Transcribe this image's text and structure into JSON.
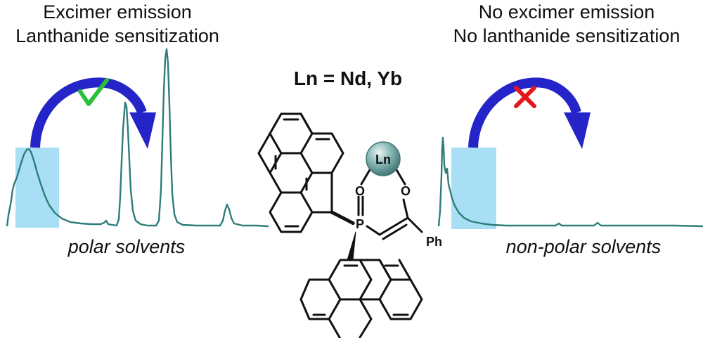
{
  "left_panel": {
    "heading_line1": "Excimer emission",
    "heading_line2": "Lanthanide sensitization",
    "solvent_label": "polar solvents",
    "transfer_status": "check-mark-icon"
  },
  "right_panel": {
    "heading_line1": "No excimer emission",
    "heading_line2": "No lanthanide sensitization",
    "solvent_label": "non-polar solvents",
    "transfer_status": "cross-mark-icon"
  },
  "center": {
    "title": "Ln = Nd, Yb",
    "metal_label": "Ln",
    "atom_p": "P",
    "atom_o1": "O",
    "atom_o2": "O",
    "substituent": "Ph"
  },
  "colors": {
    "spectrum": "#2e7d7a",
    "highlight": "#a9dff5",
    "arrow": "#2424c8",
    "check": "#2bbf3a",
    "cross": "#e3171b",
    "metal_sphere": "#6fa8a6"
  }
}
